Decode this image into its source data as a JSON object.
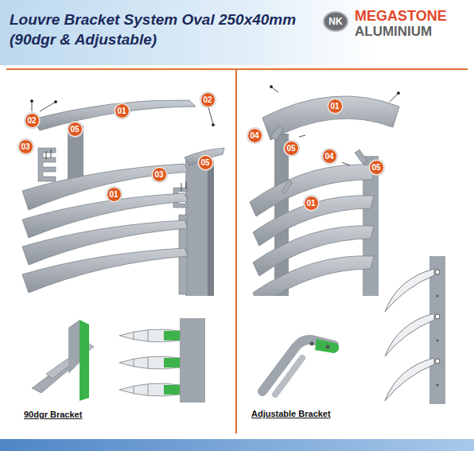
{
  "diagram": {
    "title": "Louvre Bracket System Oval 250x40mm (90dgr & Adjustable)",
    "nodes": [
      {
        "text": [
          "NK"
        ]
      },
      {
        "text": [
          "01"
        ]
      },
      {
        "text": [
          "02"
        ]
      },
      {
        "text": [
          "02"
        ]
      },
      {
        "text": [
          "05"
        ]
      },
      {
        "text": [
          "03"
        ]
      },
      {
        "text": [
          "05"
        ]
      },
      {
        "text": [
          "03"
        ]
      },
      {
        "text": [
          "01"
        ]
      },
      {
        "text": [
          "01"
        ]
      },
      {
        "text": [
          "04"
        ]
      },
      {
        "text": [
          "05"
        ]
      },
      {
        "text": [
          "04"
        ]
      },
      {
        "text": [
          "05"
        ]
      },
      {
        "text": [
          "01"
        ]
      }
    ],
    "labels": [
      "MEGASTONE",
      "ALUMINIUM",
      "90dgr Bracket",
      "Adjustable Bracket"
    ]
  }
}
